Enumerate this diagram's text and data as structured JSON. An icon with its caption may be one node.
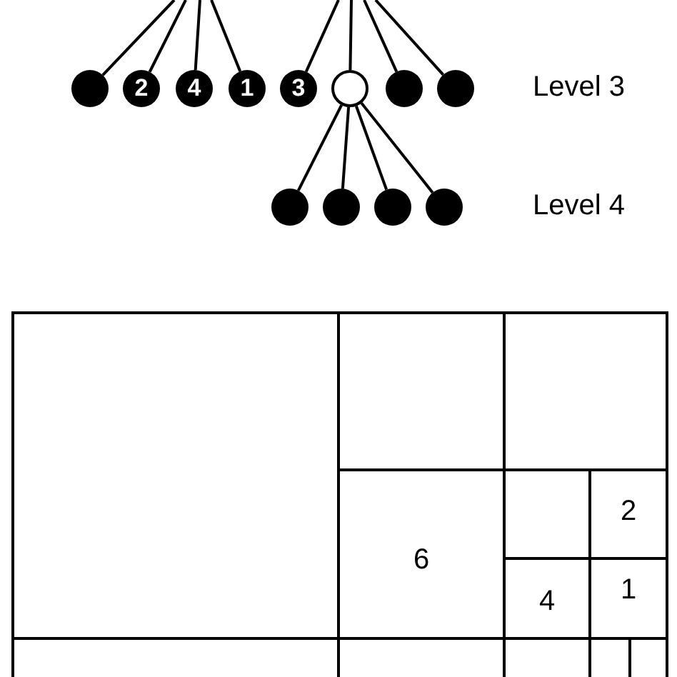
{
  "diagram": {
    "nodes": [
      {
        "text": [],
        "shape": "circle"
      },
      {
        "text": [
          "2"
        ]
      },
      {
        "text": [
          "4"
        ]
      },
      {
        "text": [
          "1"
        ]
      },
      {
        "text": [
          "3"
        ]
      },
      {
        "text": [],
        "shape": "circle"
      },
      {
        "text": [],
        "shape": "circle"
      },
      {
        "text": [],
        "shape": "circle"
      },
      {
        "text": [],
        "shape": "circle"
      },
      {
        "text": [],
        "shape": "circle"
      },
      {
        "text": [],
        "shape": "circle"
      },
      {
        "text": [],
        "shape": "circle"
      },
      {
        "text": [],
        "shape": "box"
      },
      {
        "text": [],
        "shape": "box"
      },
      {
        "text": [],
        "shape": "box"
      },
      {
        "text": [
          "6"
        ]
      },
      {
        "text": [],
        "shape": "box"
      },
      {
        "text": [
          "2"
        ]
      },
      {
        "text": [
          "4"
        ]
      },
      {
        "text": [
          "1"
        ]
      },
      {
        "text": [],
        "shape": "box"
      },
      {
        "text": [],
        "shape": "box"
      },
      {
        "text": [],
        "shape": "box"
      },
      {
        "text": [],
        "shape": "box"
      },
      {
        "text": [],
        "shape": "box"
      }
    ],
    "edges": [
      {
        "from": null,
        "to": 0,
        "arrow": "none"
      },
      {
        "from": null,
        "to": 1,
        "arrow": "none"
      },
      {
        "from": null,
        "to": 2,
        "arrow": "none"
      },
      {
        "from": null,
        "to": 3,
        "arrow": "none"
      },
      {
        "from": null,
        "to": 4,
        "arrow": "none"
      },
      {
        "from": null,
        "to": 5,
        "arrow": "none"
      },
      {
        "from": null,
        "to": 6,
        "arrow": "none"
      },
      {
        "from": null,
        "to": 7,
        "arrow": "none"
      },
      {
        "from": 5,
        "to": 8,
        "arrow": "none"
      },
      {
        "from": 5,
        "to": 9,
        "arrow": "none"
      },
      {
        "from": 5,
        "to": 10,
        "arrow": "none"
      },
      {
        "from": 5,
        "to": 11,
        "arrow": "none"
      }
    ],
    "labels": [
      "Level 3",
      "Level 4"
    ]
  }
}
